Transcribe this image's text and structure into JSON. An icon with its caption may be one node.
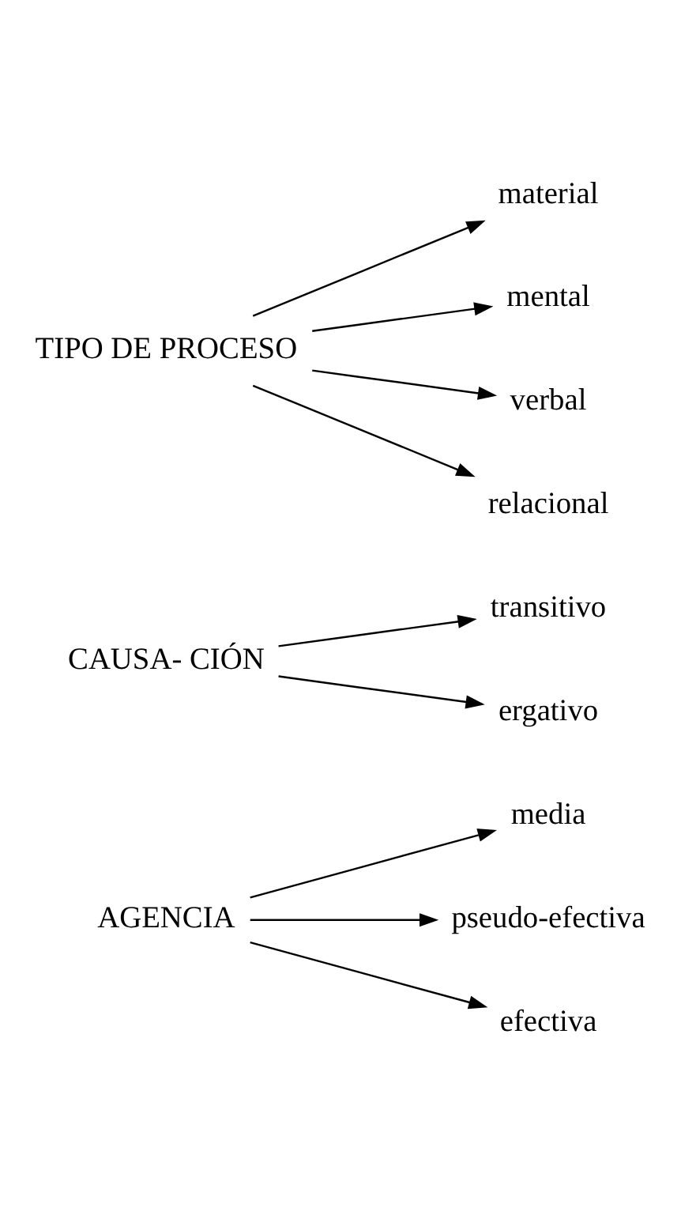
{
  "diagram": {
    "nodes": [
      {
        "text": [
          "AGENCIA"
        ]
      },
      {
        "text": [
          "media"
        ]
      },
      {
        "text": [
          "pseudo-efectiva"
        ]
      },
      {
        "text": [
          "efectiva"
        ]
      },
      {
        "text": [
          "CAUSA- CIÓN"
        ]
      },
      {
        "text": [
          "transitivo"
        ]
      },
      {
        "text": [
          "ergativo"
        ]
      },
      {
        "text": [
          "TIPO DE PROCESO"
        ]
      },
      {
        "text": [
          "material"
        ]
      },
      {
        "text": [
          "mental"
        ]
      },
      {
        "text": [
          "verbal"
        ]
      },
      {
        "text": [
          "relacional"
        ]
      }
    ],
    "edges": [
      {
        "from": 0,
        "to": 1,
        "arrow": "to"
      },
      {
        "from": 0,
        "to": 2,
        "arrow": "to"
      },
      {
        "from": 0,
        "to": 3,
        "arrow": "to"
      },
      {
        "from": 4,
        "to": 5,
        "arrow": "to"
      },
      {
        "from": 4,
        "to": 6,
        "arrow": "to"
      },
      {
        "from": 7,
        "to": 8,
        "arrow": "to"
      },
      {
        "from": 7,
        "to": 9,
        "arrow": "to"
      },
      {
        "from": 7,
        "to": 10,
        "arrow": "to"
      },
      {
        "from": 7,
        "to": 11,
        "arrow": "to"
      }
    ]
  }
}
